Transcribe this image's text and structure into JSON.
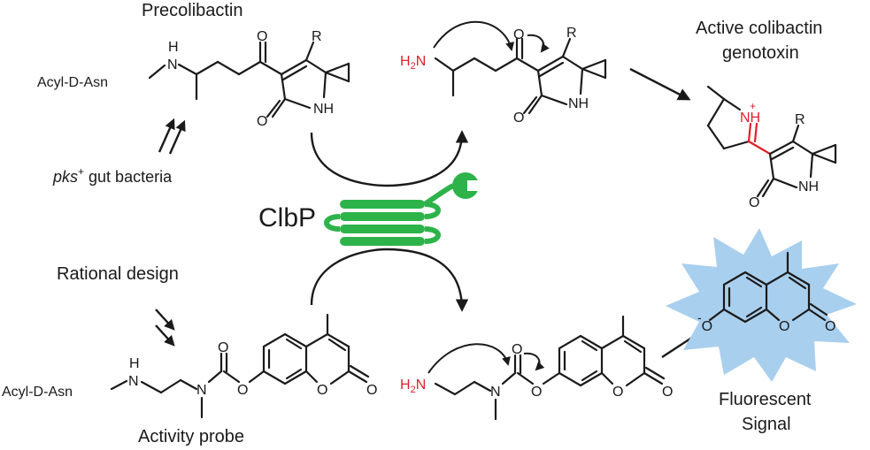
{
  "labels": {
    "precolibactin": "Precolibactin",
    "active": "Active colibactin",
    "genotoxin": "genotoxin",
    "pks_italic": "pks",
    "pks_sup": "+",
    "gut_bacteria": " gut bacteria",
    "clbp": "ClbP",
    "rational_design": "Rational design",
    "activity_probe": "Activity probe",
    "fluorescent": "Fluorescent",
    "signal": "Signal"
  },
  "atoms": {
    "acyl_top": "Acyl-D-Asn",
    "acyl_bottom": "Acyl-D-Asn",
    "h": "H",
    "n": "N",
    "o": "O",
    "nh": "NH",
    "r": "R",
    "h2n": "H",
    "h2n_sub": "2",
    "h2n_n": "N",
    "nh_plus": "NH",
    "plus": "+",
    "o_minus": "O",
    "minus": "-"
  },
  "colors": {
    "enzyme_green": "#2db34a",
    "burst_blue": "#a9cfee",
    "highlight_red": "#e0202a"
  }
}
